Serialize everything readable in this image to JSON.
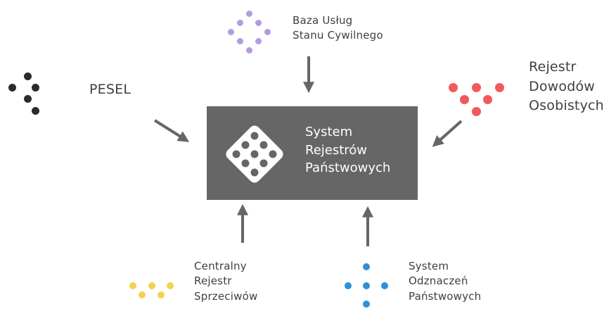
{
  "center": {
    "title": "System\nRejestrów\nPaństwowych"
  },
  "nodes": {
    "pesel": {
      "label": "PESEL",
      "color": "#2b2b2b"
    },
    "busc": {
      "label": "Baza Usług\nStanu Cywilnego",
      "color": "#b49be0"
    },
    "rdo": {
      "label": "Rejestr\nDowodów\nOsobistych",
      "color": "#f05a5a"
    },
    "crs": {
      "label": "Centralny\nRejestr\nSprzeciwów",
      "color": "#f4d24e"
    },
    "szp": {
      "label": "System\nOdznaczeń\nPaństwowych",
      "color": "#2f8fd8"
    }
  },
  "colors": {
    "box": "#666666",
    "arrow": "#666666",
    "text": "#3f3f3f"
  }
}
